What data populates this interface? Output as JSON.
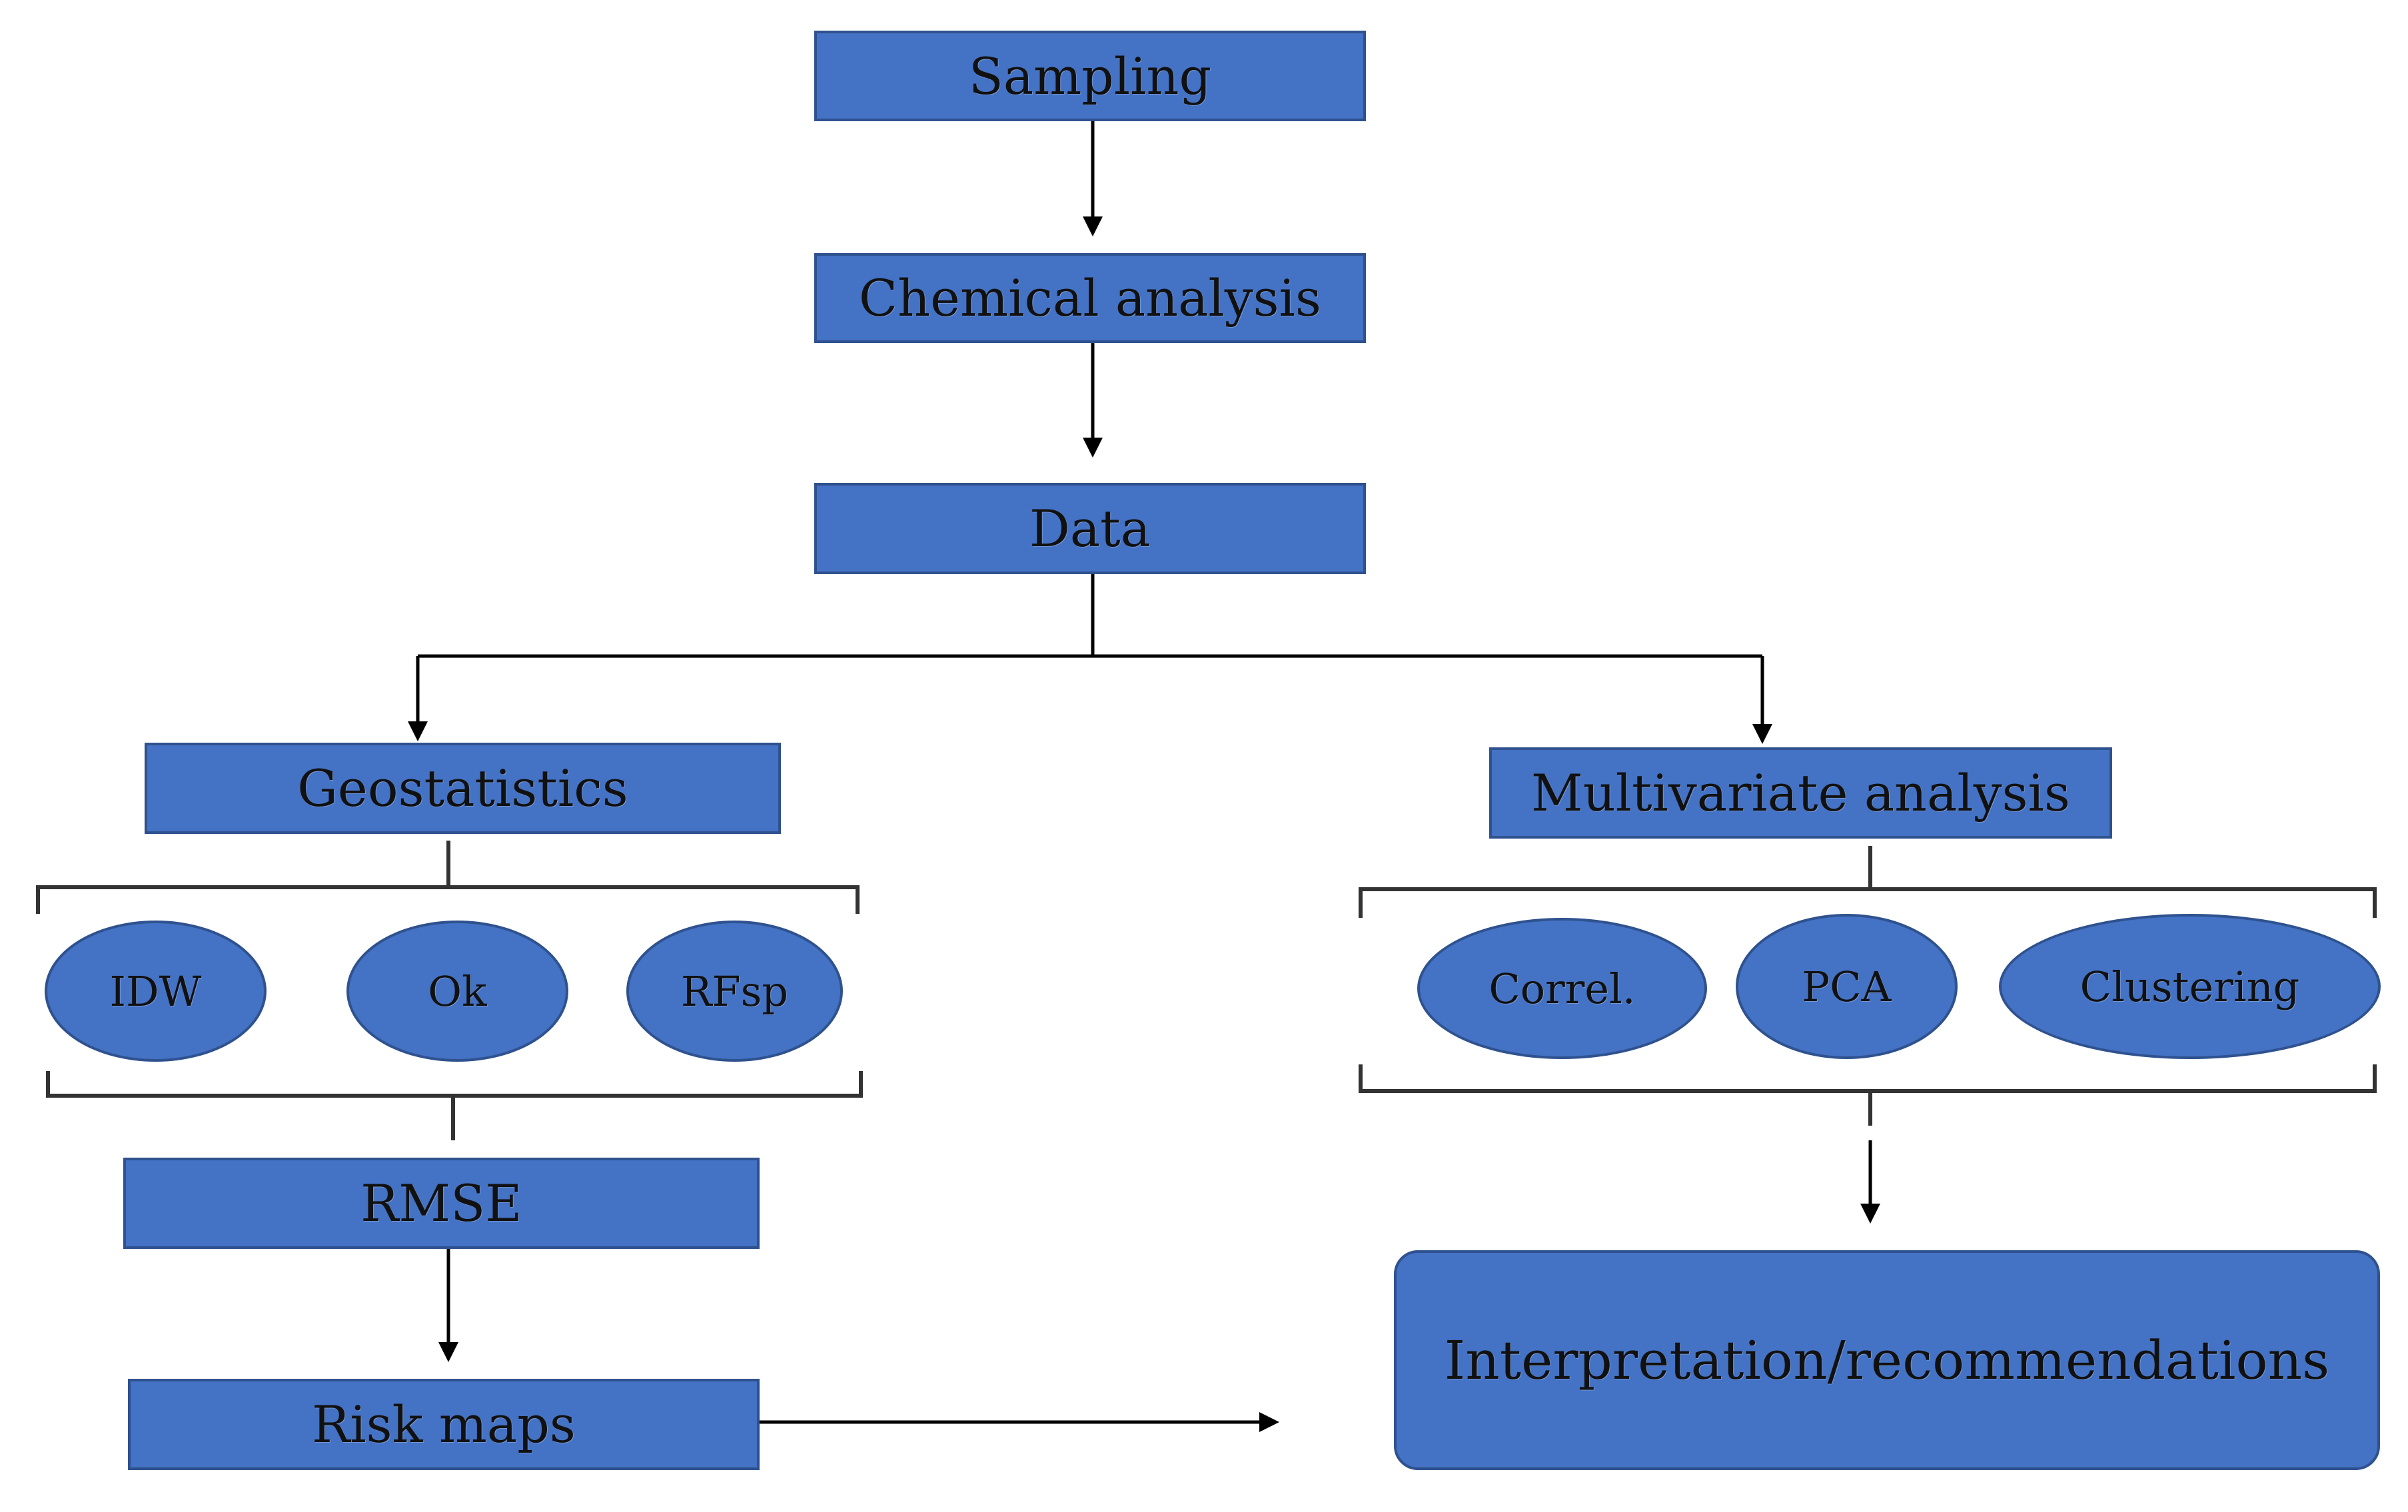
{
  "nodes": {
    "sampling": "Sampling",
    "chemical_analysis": "Chemical analysis",
    "data": "Data",
    "geostatistics": "Geostatistics",
    "multivariate_analysis": "Multivariate analysis",
    "idw": "IDW",
    "ok": "Ok",
    "rfsp": "RFsp",
    "correl": "Correl.",
    "pca": "PCA",
    "clustering": "Clustering",
    "rmse": "RMSE",
    "risk_maps": "Risk maps",
    "interpretation": "Interpretation/recommendations"
  },
  "colors": {
    "node_fill": "#4472c4",
    "node_border": "#2f528f",
    "line": "#000000"
  }
}
